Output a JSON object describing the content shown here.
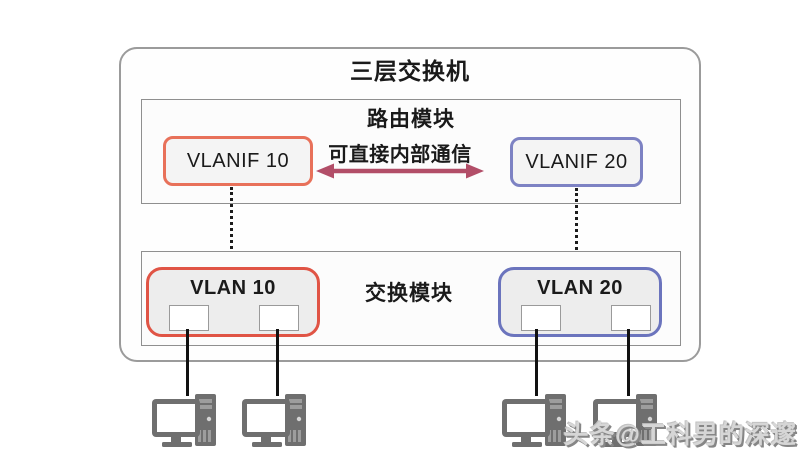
{
  "diagram": {
    "title": "三层交换机",
    "router_module": {
      "label": "路由模块",
      "vlanif_left": {
        "label": "VLANIF 10",
        "border_color": "#e8715a"
      },
      "vlanif_right": {
        "label": "VLANIF 20",
        "border_color": "#7d82c3"
      },
      "comm_text": "可直接内部通信",
      "arrow_color": "#b24e68"
    },
    "switch_module": {
      "label": "交换模块",
      "vlan_left": {
        "label": "VLAN 10",
        "border_color": "#e05445",
        "port_count": 2
      },
      "vlan_right": {
        "label": "VLAN 20",
        "border_color": "#6b74bd",
        "port_count": 2
      }
    },
    "host_count": 4
  },
  "watermark": {
    "text": "头条@工科男的深邃"
  }
}
